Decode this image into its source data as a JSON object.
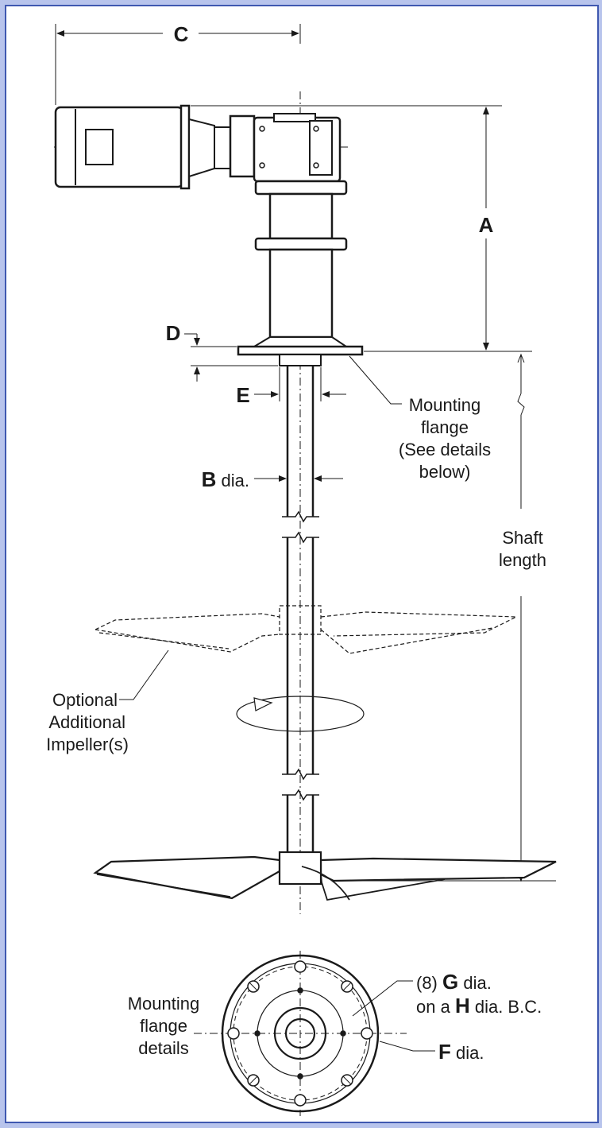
{
  "labels": {
    "c": "C",
    "a": "A",
    "d": "D",
    "e": "E",
    "b_letter": "B",
    "b_suffix": " dia.",
    "mount_line1": "Mounting",
    "mount_line2": "flange",
    "mount_line3": "(See details",
    "mount_line4": "below)",
    "shaft_line1": "Shaft",
    "shaft_line2": "length",
    "opt_line1": "Optional",
    "opt_line2": "Additional",
    "opt_line3": "Impeller(s)",
    "g_prefix": "(8) ",
    "g_letter": "G",
    "g_suffix": " dia.",
    "h_prefix": "on a ",
    "h_letter": "H",
    "h_suffix": " dia. B.C.",
    "f_letter": "F",
    "f_suffix": " dia.",
    "details_line1": "Mounting",
    "details_line2": "flange",
    "details_line3": "details"
  },
  "colors": {
    "border": "#3f58b0",
    "outer_bg": "#b8c4ec",
    "line": "#1a1a1a"
  }
}
